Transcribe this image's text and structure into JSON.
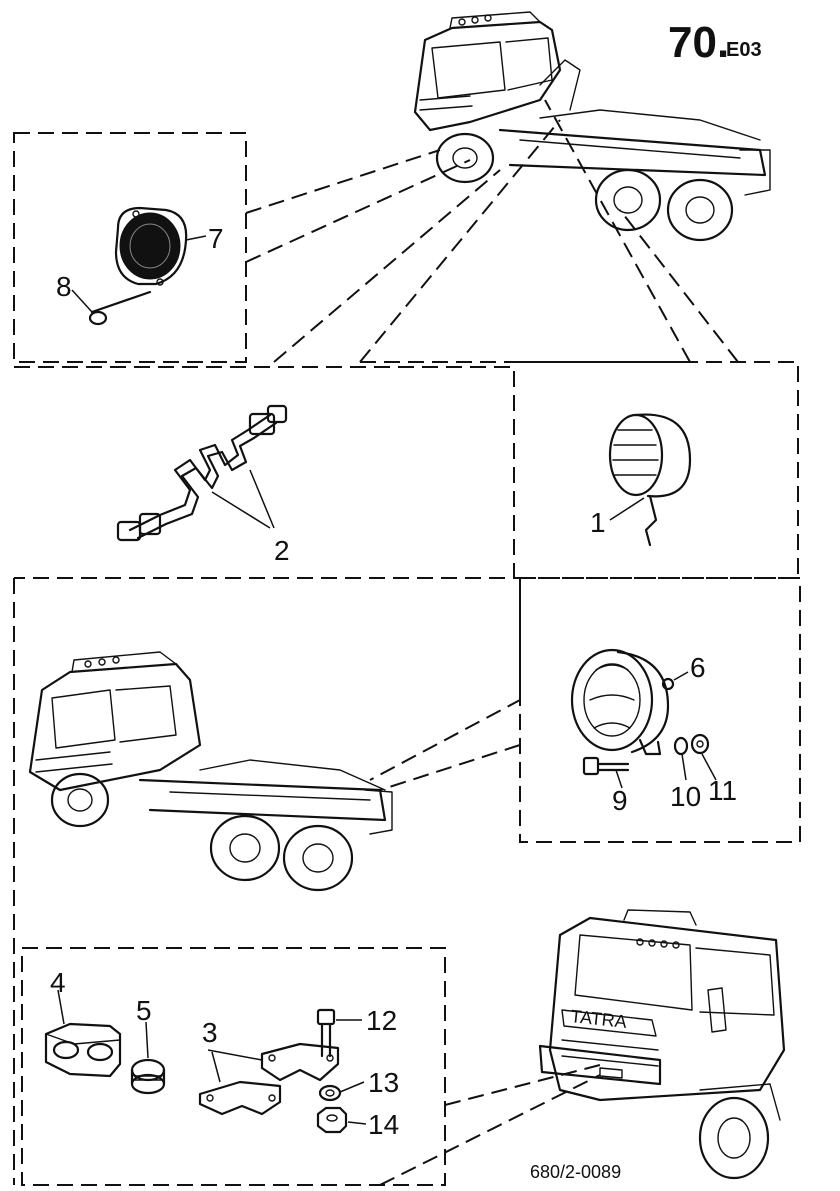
{
  "header": {
    "page_number": "70.",
    "section_code": "E03"
  },
  "drawing_code": "680/2-0089",
  "callouts": {
    "c1": "1",
    "c2": "2",
    "c3": "3",
    "c4": "4",
    "c5": "5",
    "c6": "6",
    "c7": "7",
    "c8": "8",
    "c9": "9",
    "c10": "10",
    "c11": "11",
    "c12": "12",
    "c13": "13",
    "c14": "14"
  },
  "cab_badge": "TATRA"
}
